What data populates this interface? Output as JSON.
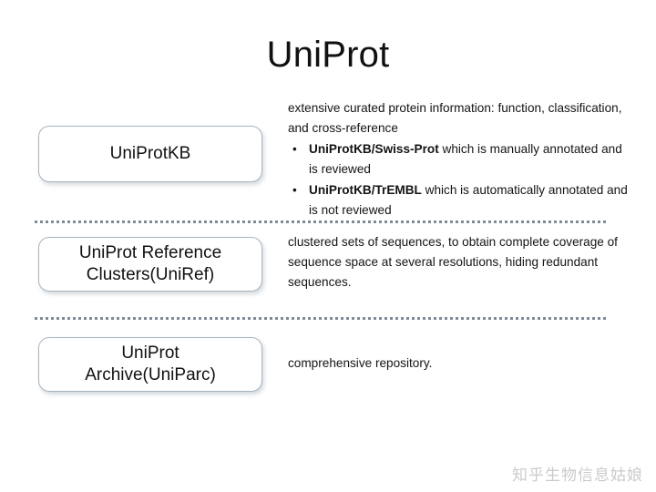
{
  "slide": {
    "title": "UniProt",
    "watermark": "知乎生物信息姑娘"
  },
  "sections": [
    {
      "box_line1": "UniProtKB",
      "box_line2": "",
      "intro": "extensive curated protein information: function, classification, and cross-reference",
      "bullets": [
        {
          "marker": "•",
          "term": "UniProtKB/Swiss-Prot",
          "rest": " which is manually annotated and is reviewed"
        },
        {
          "marker": "•",
          "term": "UniProtKB/TrEMBL",
          "rest": " which is automatically annotated and is not reviewed"
        }
      ]
    },
    {
      "box_line1": "UniProt Reference",
      "box_line2": "Clusters(UniRef)",
      "intro": "clustered sets of sequences, to obtain complete coverage of sequence space at several resolutions, hiding redundant sequences.",
      "bullets": []
    },
    {
      "box_line1": "UniProt",
      "box_line2": "Archive(UniParc)",
      "intro": "comprehensive repository.",
      "bullets": []
    }
  ],
  "colors": {
    "box_border": "#a8b4c0",
    "divider": "#7d8a99",
    "text": "#141414",
    "background": "#ffffff"
  }
}
